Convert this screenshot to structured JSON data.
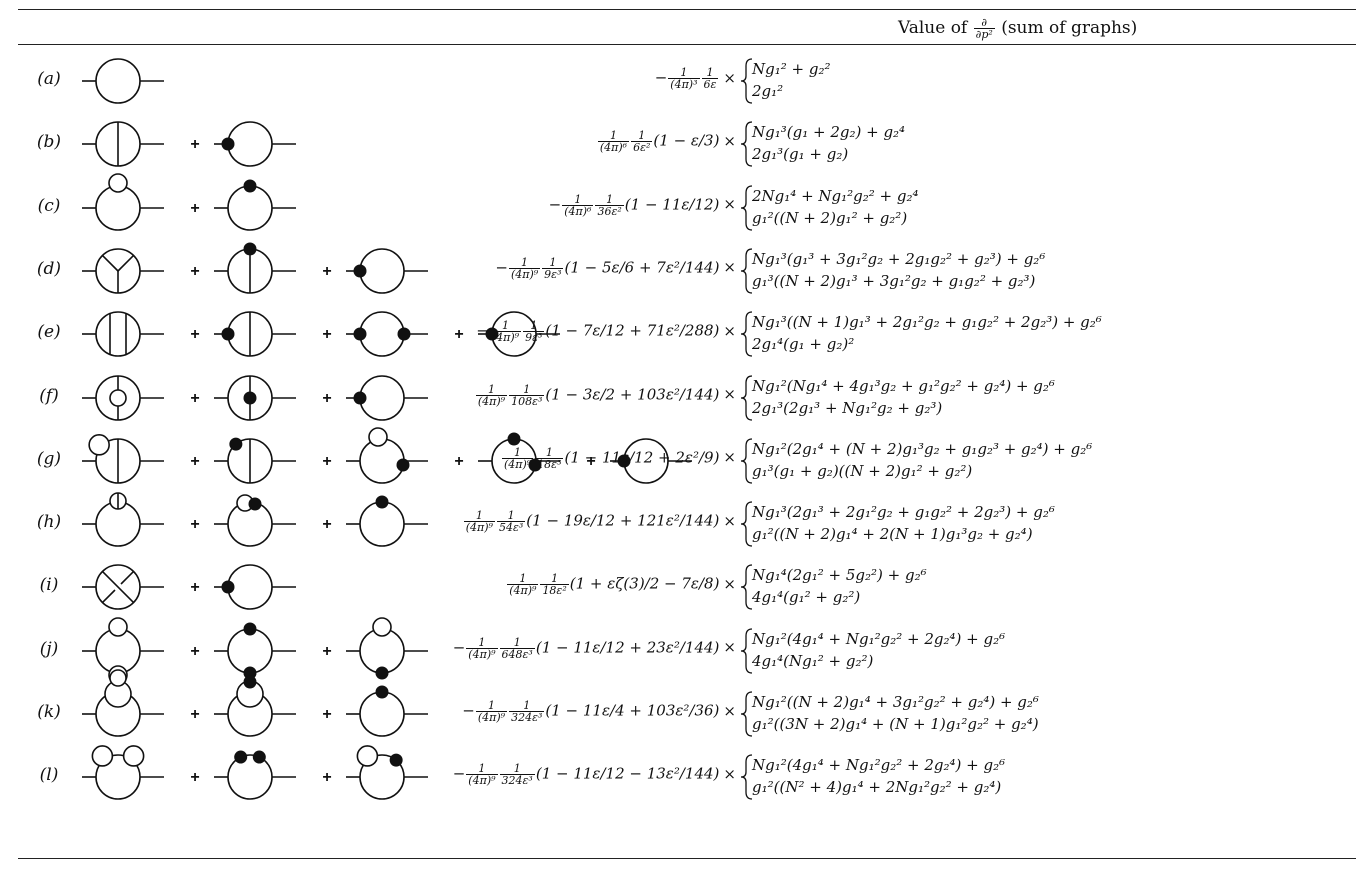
{
  "header": {
    "title_prefix": "Value of",
    "deriv_num": "∂",
    "deriv_den": "∂p²",
    "title_suffix": "(sum of graphs)"
  },
  "plus_symbol": "+",
  "times_symbol": "×",
  "rows": [
    {
      "label": "(a)",
      "sign": "−",
      "fac_den": "(4π)³",
      "pre_den": "6ε",
      "bracket": "",
      "line1": "Ng₁² + g₂²",
      "line2": "2g₁²"
    },
    {
      "label": "(b)",
      "sign": "",
      "fac_den": "(4π)⁶",
      "pre_den": "6ε²",
      "bracket": "(1 − ε/3)",
      "line1": "Ng₁³(g₁ + 2g₂) + g₂⁴",
      "line2": "2g₁³(g₁ + g₂)"
    },
    {
      "label": "(c)",
      "sign": "−",
      "fac_den": "(4π)⁶",
      "pre_den": "36ε²",
      "bracket": "(1 − 11ε/12)",
      "line1": "2Ng₁⁴ + Ng₁²g₂² + g₂⁴",
      "line2": "g₁²((N + 2)g₁² + g₂²)"
    },
    {
      "label": "(d)",
      "sign": "−",
      "fac_den": "(4π)⁹",
      "pre_den": "9ε³",
      "bracket": "(1 − 5ε/6 + 7ε²/144)",
      "line1": "Ng₁³(g₁³ + 3g₁²g₂ + 2g₁g₂² + g₂³) + g₂⁶",
      "line2": "g₁³((N + 2)g₁³ + 3g₁²g₂ + g₁g₂² + g₂³)"
    },
    {
      "label": "(e)",
      "sign": "−",
      "fac_den": "(4π)⁹",
      "pre_den": "9ε³",
      "bracket": "(1 − 7ε/12 + 71ε²/288)",
      "line1": "Ng₁³((N + 1)g₁³ + 2g₁²g₂ + g₁g₂² + 2g₂³) + g₂⁶",
      "line2": "2g₁⁴(g₁ + g₂)²"
    },
    {
      "label": "(f)",
      "sign": "",
      "fac_den": "(4π)⁹",
      "pre_den": "108ε³",
      "bracket": "(1 − 3ε/2 + 103ε²/144)",
      "line1": "Ng₁²(Ng₁⁴ + 4g₁³g₂ + g₁²g₂² + g₂⁴) + g₂⁶",
      "line2": "2g₁³(2g₁³ + Ng₁²g₂ + g₂³)"
    },
    {
      "label": "(g)",
      "sign": "",
      "fac_den": "(4π)⁹",
      "pre_den": "18ε³",
      "bracket": "(1 − 11ε/12 + 2ε²/9)",
      "line1": "Ng₁²(2g₁⁴ + (N + 2)g₁³g₂ + g₁g₂³ + g₂⁴) + g₂⁶",
      "line2": "g₁³(g₁ + g₂)((N + 2)g₁² + g₂²)"
    },
    {
      "label": "(h)",
      "sign": "",
      "fac_den": "(4π)⁹",
      "pre_den": "54ε³",
      "bracket": "(1 − 19ε/12 + 121ε²/144)",
      "line1": "Ng₁³(2g₁³ + 2g₁²g₂ + g₁g₂² + 2g₂³) + g₂⁶",
      "line2": "g₁²((N + 2)g₁⁴ + 2(N + 1)g₁³g₂ + g₂⁴)"
    },
    {
      "label": "(i)",
      "sign": "",
      "fac_den": "(4π)⁹",
      "pre_den": "18ε²",
      "bracket": "(1 + εζ(3)/2 − 7ε/8)",
      "line1": "Ng₁⁴(2g₁² + 5g₂²) + g₂⁶",
      "line2": "4g₁⁴(g₁² + g₂²)"
    },
    {
      "label": "(j)",
      "sign": "−",
      "fac_den": "(4π)⁹",
      "pre_den": "648ε³",
      "bracket": "(1 − 11ε/12 + 23ε²/144)",
      "line1": "Ng₁²(4g₁⁴ + Ng₁²g₂² + 2g₂⁴) + g₂⁶",
      "line2": "4g₁⁴(Ng₁² + g₂²)"
    },
    {
      "label": "(k)",
      "sign": "−",
      "fac_den": "(4π)⁹",
      "pre_den": "324ε³",
      "bracket": "(1 − 11ε/4 + 103ε²/36)",
      "line1": "Ng₁²((N + 2)g₁⁴ + 3g₁²g₂² + g₂⁴) + g₂⁶",
      "line2": "g₁²((3N + 2)g₁⁴ + (N + 1)g₁²g₂² + g₂⁴)"
    },
    {
      "label": "(l)",
      "sign": "−",
      "fac_den": "(4π)⁹",
      "pre_den": "324ε³",
      "bracket": "(1 − 11ε/12 − 13ε²/144)",
      "line1": "Ng₁²(4g₁⁴ + Ng₁²g₂² + 2g₂⁴) + g₂⁶",
      "line2": "g₁²((N² + 4)g₁⁴ + 2Ng₁²g₂² + g₂⁴)"
    }
  ],
  "diagrams": [
    [
      [
        "empty"
      ]
    ],
    [
      [
        "vline"
      ],
      [
        "dotL"
      ]
    ],
    [
      [
        "bubbleTop"
      ],
      [
        "dotTop"
      ]
    ],
    [
      [
        "mercedes"
      ],
      [
        "dotTopVline"
      ],
      [
        "dotL"
      ]
    ],
    [
      [
        "twoVlines"
      ],
      [
        "dotLVline"
      ],
      [
        "dotLR"
      ],
      [
        "dotL"
      ]
    ],
    [
      [
        "ringSpokes"
      ],
      [
        "dotCenterVline"
      ],
      [
        "dotL"
      ]
    ],
    [
      [
        "bubbleTLVline"
      ],
      [
        "dotTLVline"
      ],
      [
        "bubbleTopDotR"
      ],
      [
        "dotTopDotR"
      ],
      [
        "dotL"
      ]
    ],
    [
      [
        "smallVlineTop"
      ],
      [
        "bubbleDotTop"
      ],
      [
        "dotTop"
      ]
    ],
    [
      [
        "cross"
      ],
      [
        "dotL"
      ]
    ],
    [
      [
        "bubbleTopBottom"
      ],
      [
        "dotTopBottom"
      ],
      [
        "bubbleTopDotBottom"
      ]
    ],
    [
      [
        "stackedBubbles"
      ],
      [
        "bubbleInnerDot"
      ],
      [
        "dotTop"
      ]
    ],
    [
      [
        "twoBubbles"
      ],
      [
        "twoDots"
      ],
      [
        "bubbleTLDotTR"
      ]
    ]
  ]
}
